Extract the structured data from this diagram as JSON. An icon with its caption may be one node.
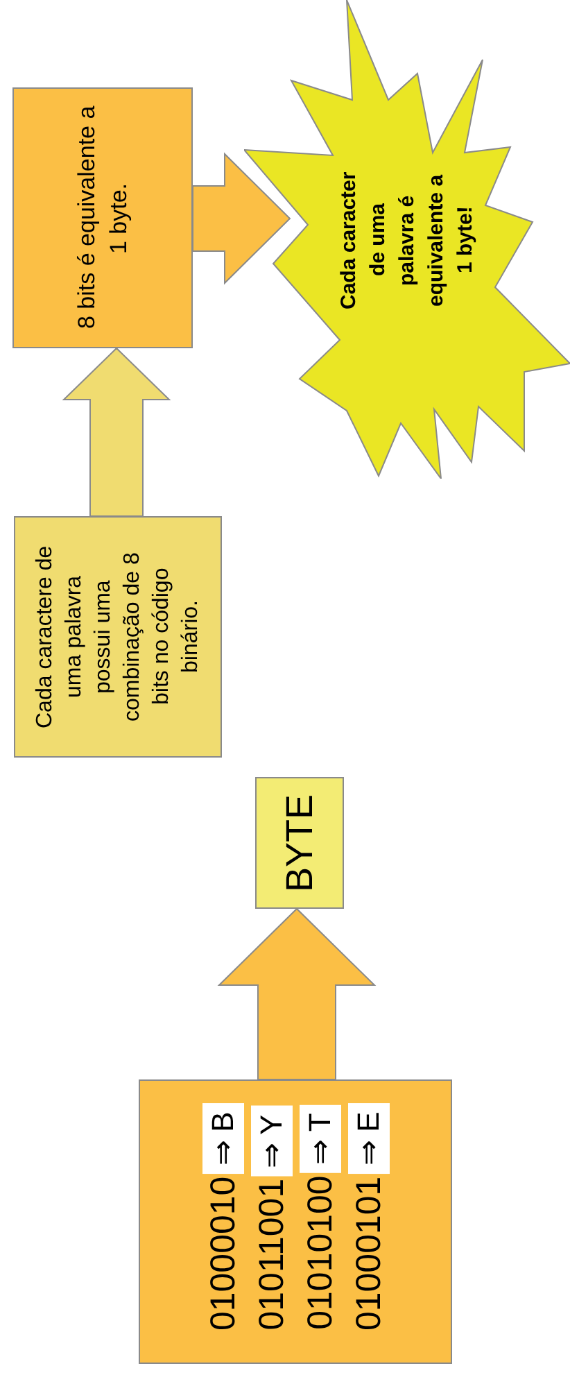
{
  "diagram": {
    "nodes": [
      {
        "text": [
          "01000010",
          "⇒ B",
          "01011001",
          "⇒ Y",
          "01010100",
          "⇒ T",
          "01000101",
          "⇒ E"
        ]
      },
      {
        "text": [
          "BYTE"
        ]
      },
      {
        "text": [
          "Cada caractere de uma palavra possui uma combinação de 8 bits no código binário."
        ]
      },
      {
        "text": [
          "8 bits é equivalente a 1 byte."
        ]
      },
      {
        "text": [
          "Cada caracter de uma palavra é equivalente a 1 byte!"
        ]
      }
    ],
    "edges": [
      {
        "from": 0,
        "to": 1,
        "arrow": "to"
      },
      {
        "from": 2,
        "to": 3,
        "arrow": "to",
        "color": "#f0dc70"
      },
      {
        "from": 3,
        "to": 4,
        "arrow": "to"
      }
    ]
  }
}
